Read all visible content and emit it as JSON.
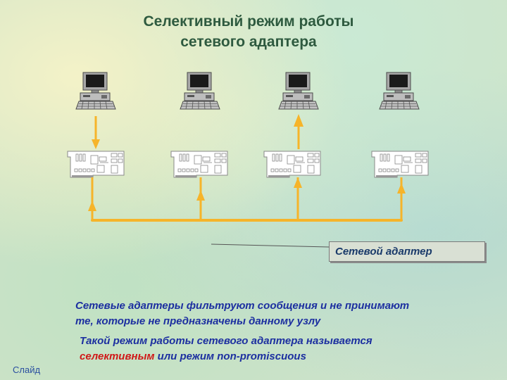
{
  "title": {
    "line1": "Селективный режим работы",
    "line2": "сетевого адаптера"
  },
  "callout": {
    "label": "Сетевой адаптер"
  },
  "description": {
    "line1": "Сетевые адаптеры фильтруют сообщения и не принимают",
    "line2": "те, которые не предназначены данному узлу"
  },
  "mode": {
    "line1": "Такой режим работы сетевого адаптера называется",
    "highlight": "селективным",
    "line2_rest": " или режим non-promiscuous"
  },
  "footer": {
    "slide_label": "Слайд"
  },
  "colors": {
    "title": "#2e5a3f",
    "bus": "#f6b42a",
    "text": "#1c2fa0",
    "accent": "#d01818"
  },
  "icons": {
    "computer": "desktop-computer-icon",
    "adapter": "network-adapter-card-icon"
  }
}
